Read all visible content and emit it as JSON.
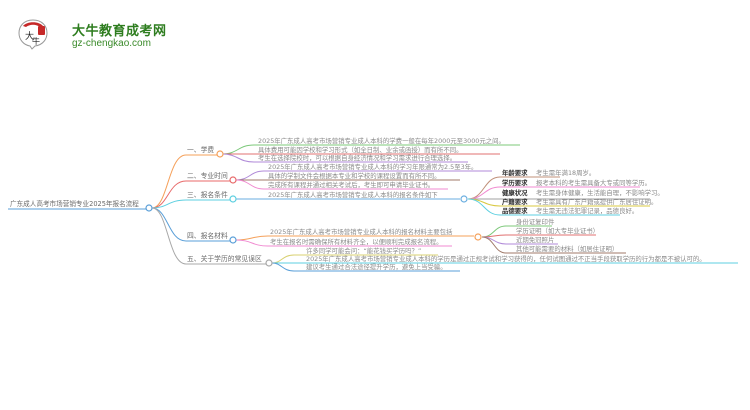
{
  "logo": {
    "title": "大牛教育成考网",
    "url": "gz-chengkao.com",
    "badge_text": "大牛"
  },
  "root": {
    "label": "广东成人高考市场营销专业2025年报名流程"
  },
  "branches": [
    {
      "label": "一、学费",
      "color": "#f5a05a",
      "children": [
        {
          "text": "2025年广东成人高考市场营销专业成人本科的学费一般在每年2000元至3000元之间。",
          "color": "#7cc87a"
        },
        {
          "text": "具体费用可能因学校和学习形式（如全日制、业余或函授）而有所不同。",
          "color": "#e07070"
        },
        {
          "text": "考生在选择院校时，可以根据自身经济情况和学习需求进行合理选择。",
          "color": "#b08ad8"
        }
      ]
    },
    {
      "label": "二、专业时间",
      "color": "#e86a6a",
      "children": [
        {
          "text": "2025年广东成人高考市场营销专业成人本科的学习年限通常为2.5至3年。",
          "color": "#b08ad8"
        },
        {
          "text": "具体的学制文件会根据本专业和学校的课程设置而有所不同。",
          "color": "#a07a6a"
        },
        {
          "text": "完成所有课程并通过相关考试后，考生即可申请毕业证书。",
          "color": "#f08ad0"
        }
      ]
    },
    {
      "label": "三、报名条件",
      "color": "#5ccfe0",
      "children": [
        {
          "text": "2025年广东成人高考市场营销专业成人本科的报名条件如下",
          "color": "#6aaee0"
        }
      ],
      "requirements": [
        {
          "key": "年龄要求",
          "value": "考生需年满18周岁。",
          "color": "#c0907a"
        },
        {
          "key": "学历要求",
          "value": "报考本科的考生需具备大专或同等学历。",
          "color": "#f08ad0"
        },
        {
          "key": "健康状况",
          "value": "考生需身体健康，生活能自理，不影响学习。",
          "color": "#a0a0a0"
        },
        {
          "key": "户籍要求",
          "value": "考生需具有广东户籍或提供广东居住证明。",
          "color": "#d8c840"
        },
        {
          "key": "品德要求",
          "value": "考生需无违法犯罪记录，品德良好。",
          "color": "#5ccfe0"
        }
      ]
    },
    {
      "label": "四、报名材料",
      "color": "#5a9fd8",
      "children": [
        {
          "text": "2025年广东成人高考市场营销专业成人本科的报名材料主要包括",
          "color": "#f5a05a"
        },
        {
          "text": "考生在报名时需确保所有材料齐全，以便顺利完成报名流程。",
          "color": "#f08ad0"
        }
      ],
      "materials": [
        {
          "text": "身份证复印件",
          "color": "#7cc87a"
        },
        {
          "text": "学历证明（如大专毕业证书）",
          "color": "#e07070"
        },
        {
          "text": "近期免冠照片",
          "color": "#b08ad8"
        },
        {
          "text": "其他可能需要的材料（如居住证明）",
          "color": "#a07a6a"
        }
      ]
    },
    {
      "label": "五、关于学历的常见误区",
      "color": "#a8a8a8",
      "children": [
        {
          "text": "许多同学可能会问：“能花钱买学历吗？”",
          "color": "#d8d070"
        },
        {
          "text": "2025年广东成人高考市场营销专业成人本科的学历是通过正规考试和学习获得的，任何试图通过不正当手段获取学历的行为都是不被认可的。",
          "color": "#5ccfe0"
        },
        {
          "text": "建议考生通过合法途径提升学历，避免上当受骗。",
          "color": "#5a9fd8"
        }
      ]
    }
  ]
}
